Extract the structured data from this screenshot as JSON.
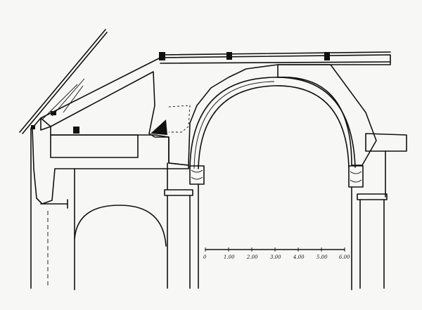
{
  "scale_bar": {
    "ticks": [
      "0",
      "1.00",
      "2.00",
      "3.00",
      "4.00",
      "5.00",
      "6.00"
    ]
  }
}
